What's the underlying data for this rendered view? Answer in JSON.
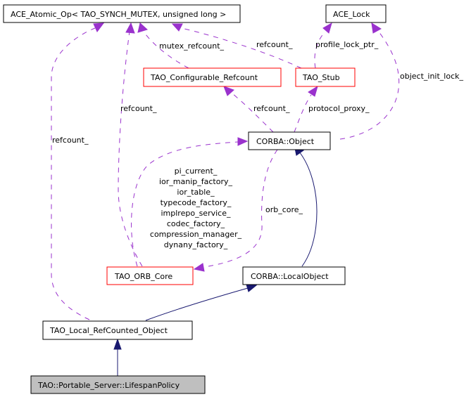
{
  "diagram": {
    "title": "Collaboration diagram for TAO::Portable_Server::LifespanPolicy",
    "colors": {
      "usage_edge": "#9a32cd",
      "inheritance_edge": "#191970",
      "node_border_default": "#000000",
      "node_border_truncated": "#ff0000",
      "focus_node_fill": "#bfbfbf"
    },
    "nodes": [
      {
        "id": "ace_atomic_op",
        "label": "ACE_Atomic_Op< TAO_SYNCH_MUTEX, unsigned long >",
        "style": "default"
      },
      {
        "id": "ace_lock",
        "label": "ACE_Lock",
        "style": "default"
      },
      {
        "id": "tao_configurable_refcount",
        "label": "TAO_Configurable_Refcount",
        "style": "truncated"
      },
      {
        "id": "tao_stub",
        "label": "TAO_Stub",
        "style": "truncated"
      },
      {
        "id": "corba_object",
        "label": "CORBA::Object",
        "style": "default"
      },
      {
        "id": "tao_orb_core",
        "label": "TAO_ORB_Core",
        "style": "truncated"
      },
      {
        "id": "corba_localobject",
        "label": "CORBA::LocalObject",
        "style": "default"
      },
      {
        "id": "tao_local_refcounted_object",
        "label": "TAO_Local_RefCounted_Object",
        "style": "default"
      },
      {
        "id": "lifespan_policy",
        "label": "TAO::Portable_Server::LifespanPolicy",
        "style": "focus"
      }
    ],
    "edges": [
      {
        "from": "tao_configurable_refcount",
        "to": "ace_atomic_op",
        "type": "usage",
        "label": [
          "mutex_refcount_"
        ]
      },
      {
        "from": "tao_stub",
        "to": "ace_atomic_op",
        "type": "usage",
        "label": [
          "refcount_"
        ]
      },
      {
        "from": "tao_stub",
        "to": "ace_lock",
        "type": "usage",
        "label": [
          "profile_lock_ptr_"
        ]
      },
      {
        "from": "corba_object",
        "to": "ace_lock",
        "type": "usage",
        "label": [
          "object_init_lock_"
        ]
      },
      {
        "from": "corba_object",
        "to": "tao_configurable_refcount",
        "type": "usage",
        "label": [
          "refcount_"
        ]
      },
      {
        "from": "corba_object",
        "to": "tao_stub",
        "type": "usage",
        "label": [
          "protocol_proxy_"
        ]
      },
      {
        "from": "tao_orb_core",
        "to": "ace_atomic_op",
        "type": "usage",
        "label": [
          "refcount_"
        ]
      },
      {
        "from": "tao_orb_core",
        "to": "corba_object",
        "type": "usage",
        "label": [
          "pi_current_",
          "ior_manip_factory_",
          "ior_table_",
          "typecode_factory_",
          "implrepo_service_",
          "codec_factory_",
          "compression_manager_",
          "dynany_factory_"
        ]
      },
      {
        "from": "corba_object",
        "to": "tao_orb_core",
        "type": "usage",
        "label": [
          "orb_core_"
        ]
      },
      {
        "from": "tao_local_refcounted_object",
        "to": "ace_atomic_op",
        "type": "usage",
        "label": [
          "refcount_"
        ]
      },
      {
        "from": "corba_localobject",
        "to": "corba_object",
        "type": "inheritance",
        "label": []
      },
      {
        "from": "tao_local_refcounted_object",
        "to": "corba_localobject",
        "type": "inheritance",
        "label": []
      },
      {
        "from": "lifespan_policy",
        "to": "tao_local_refcounted_object",
        "type": "inheritance",
        "label": []
      }
    ]
  }
}
